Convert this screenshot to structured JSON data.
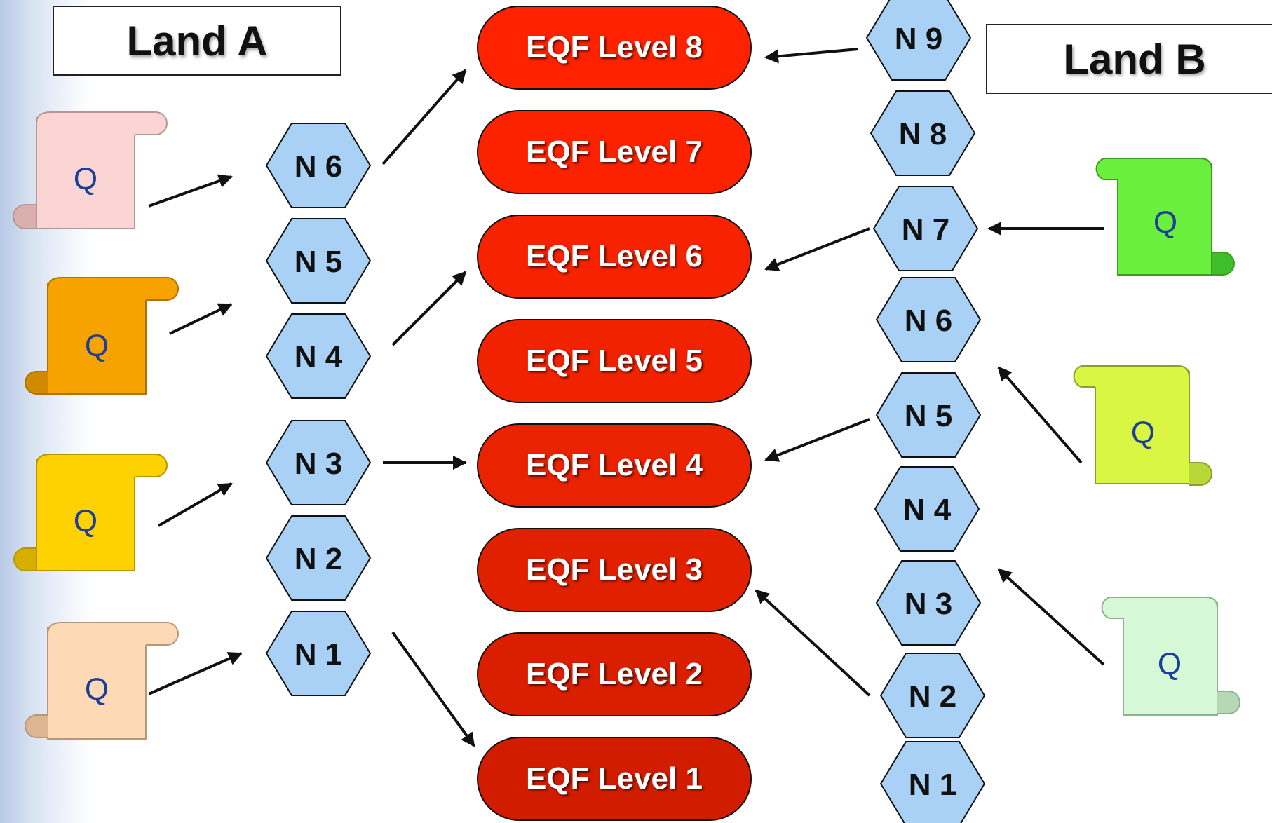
{
  "land_a": {
    "title": "Land A"
  },
  "land_b": {
    "title": "Land B"
  },
  "eqf_levels": [
    {
      "label": "EQF Level 8",
      "color": "#ff2200"
    },
    {
      "label": "EQF Level 7",
      "color": "#fc2200"
    },
    {
      "label": "EQF Level 6",
      "color": "#f72200"
    },
    {
      "label": "EQF Level 5",
      "color": "#f02200"
    },
    {
      "label": "EQF Level 4",
      "color": "#e92200"
    },
    {
      "label": "EQF Level 3",
      "color": "#e12000"
    },
    {
      "label": "EQF Level 2",
      "color": "#da1e00"
    },
    {
      "label": "EQF Level 1",
      "color": "#d21c00"
    }
  ],
  "land_a_levels": [
    "N 6",
    "N 5",
    "N 4",
    "N 3",
    "N 2",
    "N 1"
  ],
  "land_b_levels": [
    "N 9",
    "N 8",
    "N 7",
    "N 6",
    "N 5",
    "N 4",
    "N 3",
    "N 2",
    "N 1"
  ],
  "land_a_qualifications": [
    {
      "label": "Q",
      "color": "#fad5d3"
    },
    {
      "label": "Q",
      "color": "#f6a300"
    },
    {
      "label": "Q",
      "color": "#fdd200"
    },
    {
      "label": "Q",
      "color": "#fdd9b5"
    }
  ],
  "land_b_qualifications": [
    {
      "label": "Q",
      "color": "#6bef3f"
    },
    {
      "label": "Q",
      "color": "#d8f642"
    },
    {
      "label": "Q",
      "color": "#d6f8d6"
    }
  ],
  "colors": {
    "hexagon_fill": "#a9d1f6",
    "arrow": "#111111"
  }
}
